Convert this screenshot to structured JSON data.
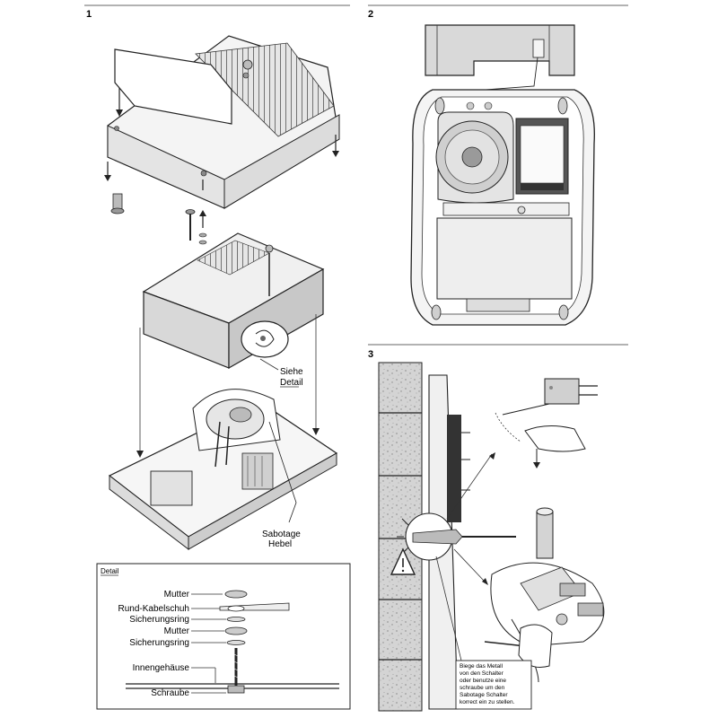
{
  "panels": {
    "p1": {
      "number": "1"
    },
    "p2": {
      "number": "2"
    },
    "p3": {
      "number": "3"
    }
  },
  "labels": {
    "siehe": "Siehe",
    "detail_word": "Detail",
    "sabotage": "Sabotage",
    "hebel": "Hebel"
  },
  "detail_box": {
    "title": "Detail",
    "parts": [
      "Mutter",
      "Rund-Kabelschuh",
      "Sicherungsring",
      "Mutter",
      "Sicherungsring",
      "Innengehäuse",
      "Schraube"
    ]
  },
  "panel3_note": {
    "lines": [
      "Biege das Metall",
      "von den Schalter",
      "oder benutze eine",
      "schraube um den",
      "Sabotage Schalter",
      "korrect ein zu stellen."
    ]
  },
  "colors": {
    "line": "#222222",
    "fill_light": "#f2f2f2",
    "fill_mid": "#d9d9d9",
    "fill_dark": "#8c8c8c",
    "wall": "#cfcfcf"
  }
}
